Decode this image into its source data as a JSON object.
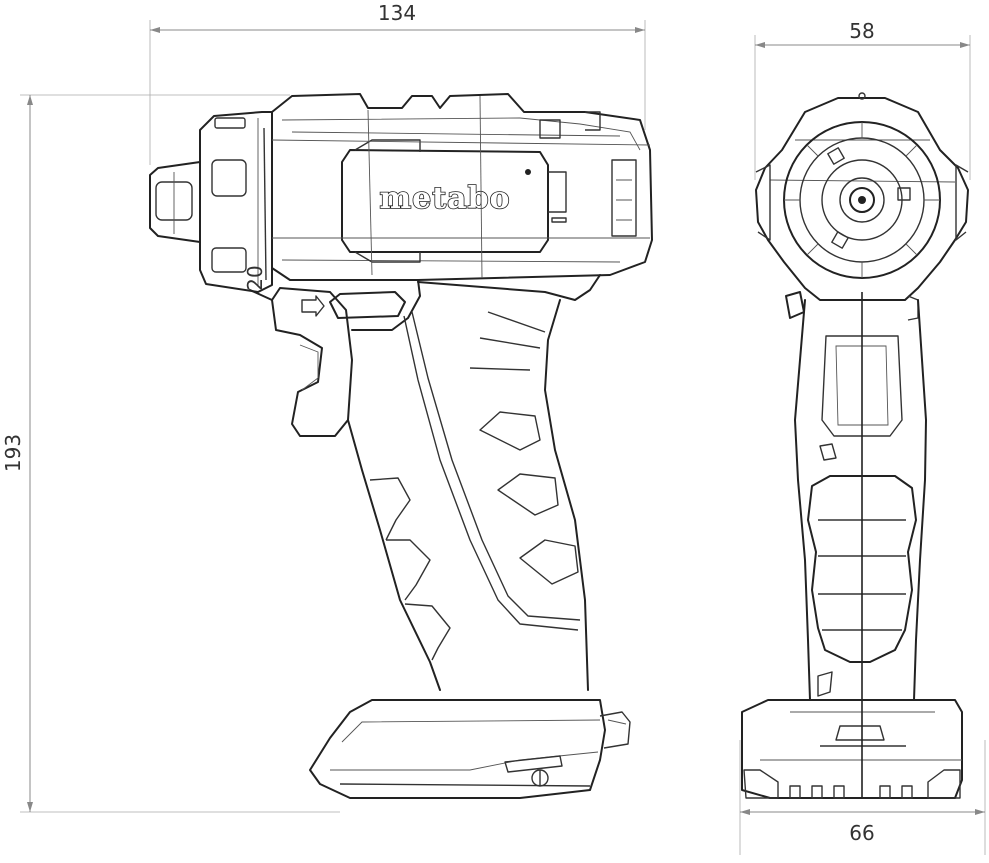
{
  "drawing": {
    "brand_label": "metabo",
    "dimensions": {
      "length": "134",
      "height": "193",
      "width_top": "58",
      "width_bottom": "66"
    },
    "chuck_marking": "20"
  }
}
